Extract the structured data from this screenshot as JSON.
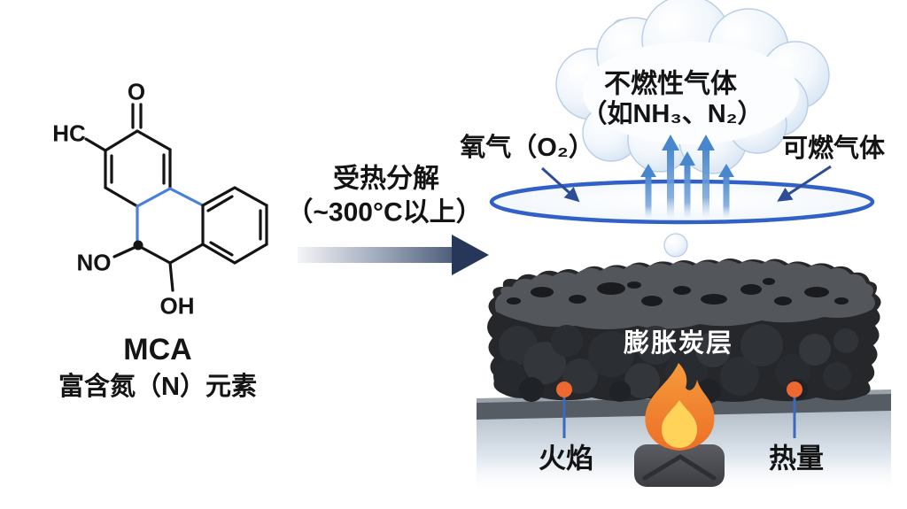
{
  "left_panel": {
    "atom_labels": {
      "ketone": "O",
      "methyl": "HC",
      "nitroso": "NO",
      "hydroxyl": "OH"
    },
    "name": "MCA",
    "description": "富含氮（N）元素"
  },
  "reaction_arrow": {
    "line1": "受热分解",
    "line2": "（~300°C以上）"
  },
  "right_panel": {
    "cloud": {
      "line1": "不燃性气体",
      "line2": "（如NH₃、N₂）"
    },
    "oxygen_label": "氧气（O₂）",
    "flammable_gas_label": "可燃气体",
    "char_label": "膨胀炭层",
    "flame_label": "火焰",
    "heat_label": "热量"
  },
  "colors": {
    "bond_highlight_blue": "#4a80d8",
    "disc_blue": "#3161c6",
    "up_arrow_blue": "#4e89d0",
    "reaction_arrow_navy": "#26375a",
    "marker_orange": "#ee6830",
    "flame_orange": "#f0832f",
    "flame_yellow": "#ffd04f",
    "char_dark": "#25272b"
  }
}
